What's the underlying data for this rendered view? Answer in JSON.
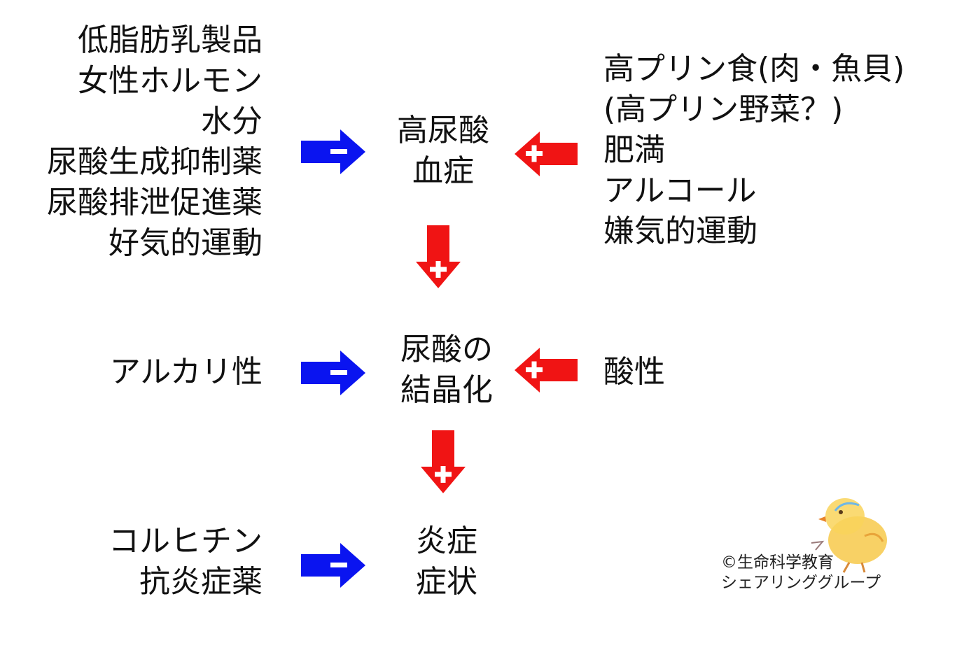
{
  "colors": {
    "inhibit_arrow": "#0a14f0",
    "promote_arrow": "#f01414",
    "text": "#111111",
    "sign_color": "#ffffff"
  },
  "signs": {
    "minus": "－",
    "plus": "＋"
  },
  "left_factors": {
    "hyperuricemia": [
      "低脂肪乳製品",
      "女性ホルモン",
      "水分",
      "尿酸生成抑制薬",
      "尿酸排泄促進薬",
      "好気的運動"
    ],
    "crystallization": [
      "アルカリ性"
    ],
    "inflammation": [
      "コルヒチン",
      "抗炎症薬"
    ]
  },
  "center_nodes": {
    "hyperuricemia": [
      "高尿酸",
      "血症"
    ],
    "crystallization": [
      "尿酸の",
      "結晶化"
    ],
    "inflammation": [
      "炎症",
      "症状"
    ]
  },
  "right_factors": {
    "hyperuricemia": [
      "高プリン食(肉・魚貝)",
      "(高プリン野菜？)",
      "肥満",
      "アルコール",
      "嫌気的運動"
    ],
    "crystallization": [
      "酸性"
    ]
  },
  "credit": {
    "line1": "©生命科学教育",
    "line2": "シェアリンググループ"
  },
  "mascot_icon": "chick-icon"
}
